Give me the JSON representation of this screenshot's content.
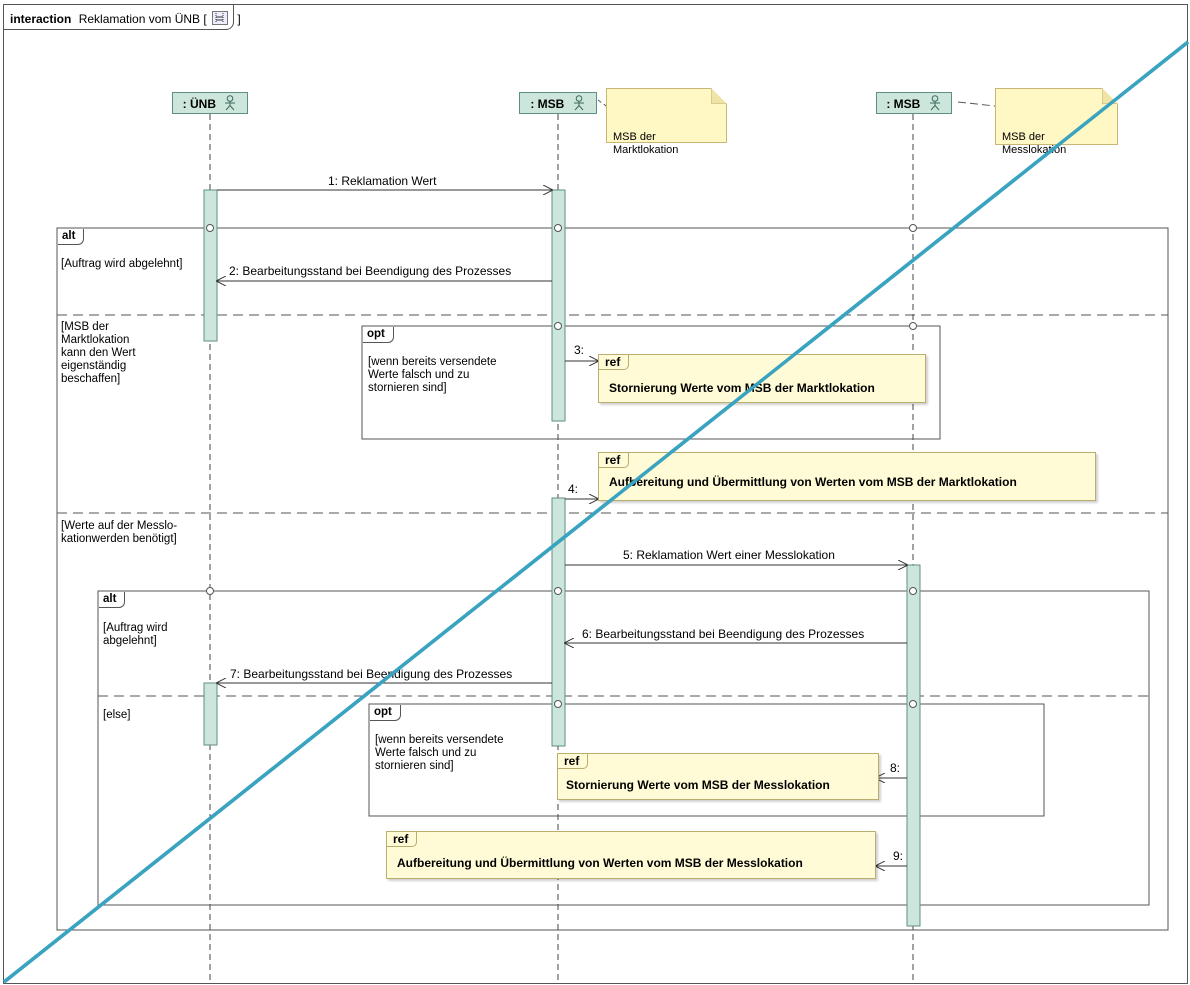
{
  "diagram": {
    "frame_kind": "interaction",
    "frame_title": "Reklamation vom ÜNB [",
    "frame_title_end": "]",
    "frame_icon": "sequence-diagram-icon"
  },
  "lifelines": [
    {
      "label": ": ÜNB",
      "icon": "actor-icon"
    },
    {
      "label": ": MSB",
      "icon": "actor-icon"
    },
    {
      "label": ": MSB",
      "icon": "actor-icon"
    }
  ],
  "notes": [
    {
      "text": "MSB der\nMarktlokation"
    },
    {
      "text": "MSB der\nMesslokation"
    }
  ],
  "messages": [
    {
      "label": "1: Reklamation Wert"
    },
    {
      "label": "2: Bearbeitungsstand bei Beendigung des Prozesses"
    },
    {
      "label": "3:"
    },
    {
      "label": "4:"
    },
    {
      "label": "5: Reklamation Wert einer Messlokation"
    },
    {
      "label": "6: Bearbeitungsstand bei Beendigung des Prozesses"
    },
    {
      "label": "7: Bearbeitungsstand bei Beendigung des Prozesses"
    },
    {
      "label": "8:"
    },
    {
      "label": "9:"
    }
  ],
  "fragments": {
    "alt_outer": {
      "operator": "alt",
      "guard1": "[Auftrag wird abgelehnt]",
      "guard2": "[MSB der\nMarktlokation\nkann den Wert\neigenständig\nbeschaffen]",
      "guard3": "[Werte auf der Messlo-\nkationwerden benötigt]"
    },
    "opt_upper": {
      "operator": "opt",
      "guard": "[wenn bereits versendete\nWerte falsch und zu\nstornieren sind]"
    },
    "alt_inner": {
      "operator": "alt",
      "guard1": "[Auftrag wird\nabgelehnt]",
      "guard2": "[else]"
    },
    "opt_lower": {
      "operator": "opt",
      "guard": "[wenn bereits versendete\nWerte falsch und zu\nstornieren sind]"
    }
  },
  "refs": [
    {
      "tag": "ref",
      "label": "Stornierung Werte vom MSB der Marktlokation"
    },
    {
      "tag": "ref",
      "label": "Aufbereitung und Übermittlung von Werten vom MSB der Marktlokation"
    },
    {
      "tag": "ref",
      "label": "Stornierung Werte vom MSB der Messlokation"
    },
    {
      "tag": "ref",
      "label": "Aufbereitung und Übermittlung von Werten vom MSB der Messlokation"
    }
  ],
  "colors": {
    "lifeline_head": "#cde6dc",
    "activation": "#cde6dc",
    "note": "#fff8c4",
    "ref": "#fffbd6",
    "overlay_line": "#3aa3c0"
  }
}
